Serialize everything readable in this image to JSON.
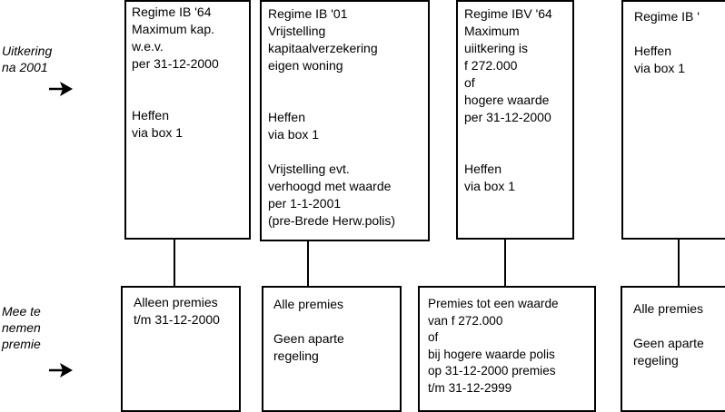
{
  "labels": {
    "uitkering": "Uitkering\nna 2001",
    "premie": "Mee te\nnemen\npremie"
  },
  "icons": {
    "arrow_top": "arrow-right-icon",
    "arrow_bottom": "arrow-right-icon"
  },
  "top_boxes": [
    {
      "text": "Regime IB '64\nMaximum kap.\nw.e.v.\nper 31-12-2000\n\n\nHeffen\nvia box 1"
    },
    {
      "text": "Regime IB '01\nVrijstelling\nkapitaalverzekering\neigen woning\n\n\nHeffen\nvia box 1\n\nVrijstelling evt.\nverhoogd met waarde\nper 1-1-2001\n(pre-Brede Herw.polis)"
    },
    {
      "text": "Regime IBV '64\nMaximum\nuiitkering is\nf 272.000\nof\nhogere waarde\nper 31-12-2000\n\n\nHeffen\nvia box 1"
    },
    {
      "text": "Regime IB '\n\nHeffen\nvia box 1"
    }
  ],
  "bottom_boxes": [
    {
      "text": "Alleen premies\nt/m 31-12-2000"
    },
    {
      "text": "Alle premies\n\nGeen aparte\nregeling"
    },
    {
      "text": "Premies tot een waarde\nvan f 272.000\nof\nbij hogere waarde polis\nop 31-12-2000 premies\nt/m 31-12-2999"
    },
    {
      "text": "Alle premies\n\nGeen aparte\nregeling"
    }
  ]
}
